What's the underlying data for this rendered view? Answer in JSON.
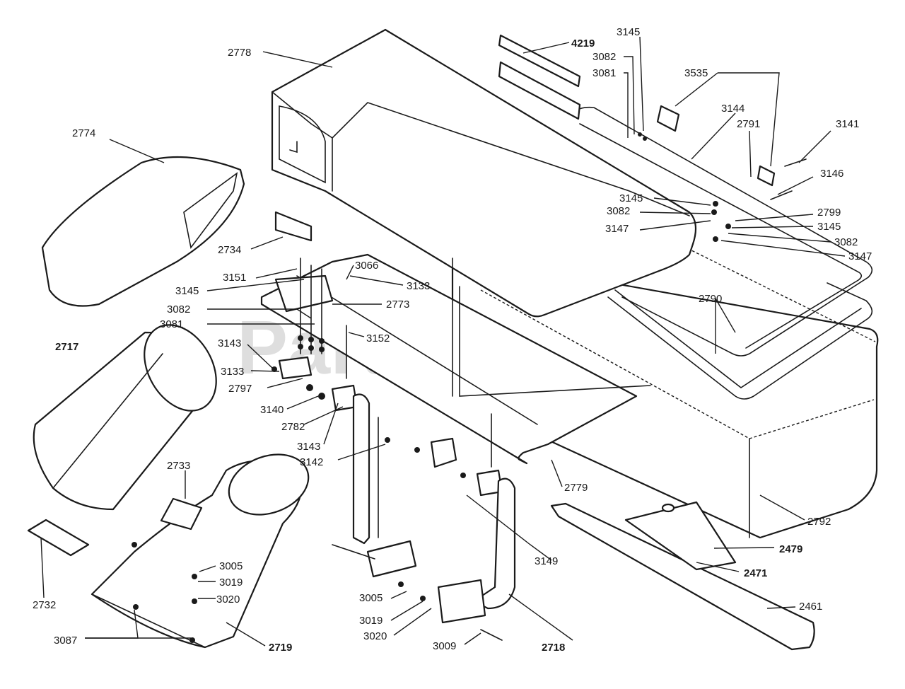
{
  "watermark": {
    "text": "PartsTree",
    "trademark": "TM"
  },
  "labels": [
    {
      "id": "2778",
      "text": "2778",
      "bold": false
    },
    {
      "id": "4219",
      "text": "4219",
      "bold": true
    },
    {
      "id": "3145a",
      "text": "3145",
      "bold": false
    },
    {
      "id": "3082a",
      "text": "3082",
      "bold": false
    },
    {
      "id": "3081a",
      "text": "3081",
      "bold": false
    },
    {
      "id": "3535",
      "text": "3535",
      "bold": false
    },
    {
      "id": "3144",
      "text": "3144",
      "bold": false
    },
    {
      "id": "2791",
      "text": "2791",
      "bold": false
    },
    {
      "id": "3141",
      "text": "3141",
      "bold": false
    },
    {
      "id": "3146",
      "text": "3146",
      "bold": false
    },
    {
      "id": "2774",
      "text": "2774",
      "bold": false
    },
    {
      "id": "3145b",
      "text": "3145",
      "bold": false
    },
    {
      "id": "3082b",
      "text": "3082",
      "bold": false
    },
    {
      "id": "3147a",
      "text": "3147",
      "bold": false
    },
    {
      "id": "2799",
      "text": "2799",
      "bold": false
    },
    {
      "id": "3145c",
      "text": "3145",
      "bold": false
    },
    {
      "id": "3082c",
      "text": "3082",
      "bold": false
    },
    {
      "id": "3147b",
      "text": "3147",
      "bold": false
    },
    {
      "id": "2734",
      "text": "2734",
      "bold": false
    },
    {
      "id": "3151",
      "text": "3151",
      "bold": false
    },
    {
      "id": "3066",
      "text": "3066",
      "bold": false
    },
    {
      "id": "3145d",
      "text": "3145",
      "bold": false
    },
    {
      "id": "3133a",
      "text": "3133",
      "bold": false
    },
    {
      "id": "2773",
      "text": "2773",
      "bold": false
    },
    {
      "id": "3082d",
      "text": "3082",
      "bold": false
    },
    {
      "id": "3081b",
      "text": "3081",
      "bold": false
    },
    {
      "id": "2790",
      "text": "2790",
      "bold": false
    },
    {
      "id": "3152",
      "text": "3152",
      "bold": false
    },
    {
      "id": "2717",
      "text": "2717",
      "bold": true
    },
    {
      "id": "3143a",
      "text": "3143",
      "bold": false
    },
    {
      "id": "3133b",
      "text": "3133",
      "bold": false
    },
    {
      "id": "2797",
      "text": "2797",
      "bold": false
    },
    {
      "id": "3140",
      "text": "3140",
      "bold": false
    },
    {
      "id": "2782",
      "text": "2782",
      "bold": false
    },
    {
      "id": "3143b",
      "text": "3143",
      "bold": false
    },
    {
      "id": "3142",
      "text": "3142",
      "bold": false
    },
    {
      "id": "2733",
      "text": "2733",
      "bold": false
    },
    {
      "id": "2779",
      "text": "2779",
      "bold": false
    },
    {
      "id": "2792",
      "text": "2792",
      "bold": false
    },
    {
      "id": "3149",
      "text": "3149",
      "bold": false
    },
    {
      "id": "2479",
      "text": "2479",
      "bold": true
    },
    {
      "id": "2471",
      "text": "2471",
      "bold": true
    },
    {
      "id": "2732",
      "text": "2732",
      "bold": false
    },
    {
      "id": "3005a",
      "text": "3005",
      "bold": false
    },
    {
      "id": "3019a",
      "text": "3019",
      "bold": false
    },
    {
      "id": "3020a",
      "text": "3020",
      "bold": false
    },
    {
      "id": "3005b",
      "text": "3005",
      "bold": false
    },
    {
      "id": "3019b",
      "text": "3019",
      "bold": false
    },
    {
      "id": "3020b",
      "text": "3020",
      "bold": false
    },
    {
      "id": "2461",
      "text": "2461",
      "bold": false
    },
    {
      "id": "3087",
      "text": "3087",
      "bold": false
    },
    {
      "id": "2719",
      "text": "2719",
      "bold": true
    },
    {
      "id": "3009",
      "text": "3009",
      "bold": false
    },
    {
      "id": "2718",
      "text": "2718",
      "bold": true
    }
  ]
}
